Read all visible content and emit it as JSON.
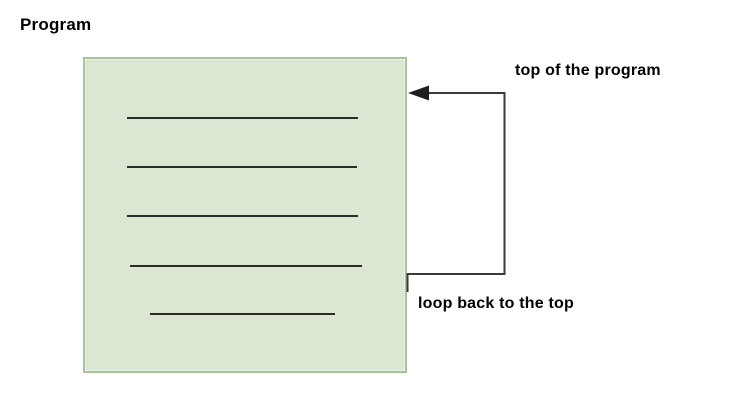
{
  "diagram": {
    "title": "Program",
    "labels": {
      "top_of_program": "top of the program",
      "loop_back": "loop back to the top"
    },
    "program_box": {
      "fill_color": "#dbe7d2",
      "border_color": "#a6c497",
      "code_line_color": "#2b2b2b",
      "code_line_count": 5
    },
    "loop_arrow": {
      "color": "#3a3a3a",
      "from": "bottom-right of program box",
      "to": "top-right of program box (arrowhead pointing into box)"
    }
  }
}
